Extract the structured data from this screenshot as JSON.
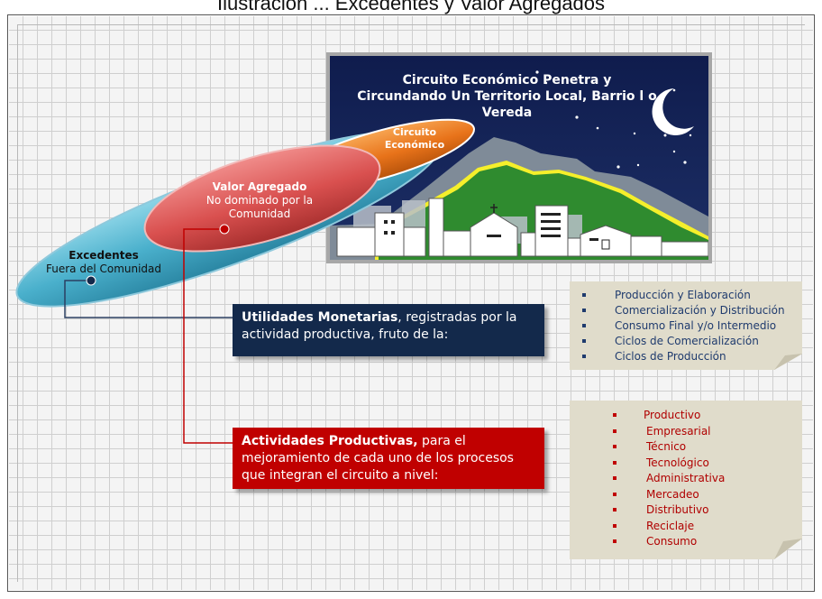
{
  "caption": "Ilustración ... Excedentes y Valor Agregados",
  "scene": {
    "title_lines": [
      "Circuito Económico Penetra y",
      "Circundando Un Territorio Local, Barrio l o",
      "Vereda"
    ]
  },
  "ovals": {
    "circuito": {
      "line1": "Circuito",
      "line2": "Económico"
    },
    "valor": {
      "title": "Valor Agregado",
      "line1": "No dominado por la",
      "line2": "Comunidad"
    },
    "excedentes": {
      "title": "Excedentes",
      "subtitle": "Fuera del Comunidad"
    }
  },
  "boxes": {
    "utilidades": {
      "bold": "Utilidades Monetarias",
      "rest": ", registradas por la actividad productiva, fruto de la:"
    },
    "actividades": {
      "bold": "Actividades Productivas,",
      "rest": " para el mejoramiento de cada uno de los procesos que integran el circuito a nivel:"
    }
  },
  "notes": {
    "monetary_items": [
      "Producción y Elaboración",
      "Comercialización y Distribución",
      "Consumo Final y/o Intermedio",
      "Ciclos de Comercialización",
      "Ciclos de Producción"
    ],
    "productive_items": [
      "Productivo",
      "Empresarial",
      "Técnico",
      "Tecnológico",
      "Administrativa",
      "Mercadeo",
      "Distributivo",
      "Reciclaje",
      "Consumo"
    ]
  },
  "colors": {
    "night_sky": "#1a2a5e",
    "mountain_green": "#2f8b2f",
    "orange_oval": "#e8731a",
    "red_oval": "#d9504f",
    "blue_oval": "#4ab0cc",
    "navy_box": "#13294b",
    "red_box": "#c00000",
    "note_bg": "#e0dccb"
  }
}
